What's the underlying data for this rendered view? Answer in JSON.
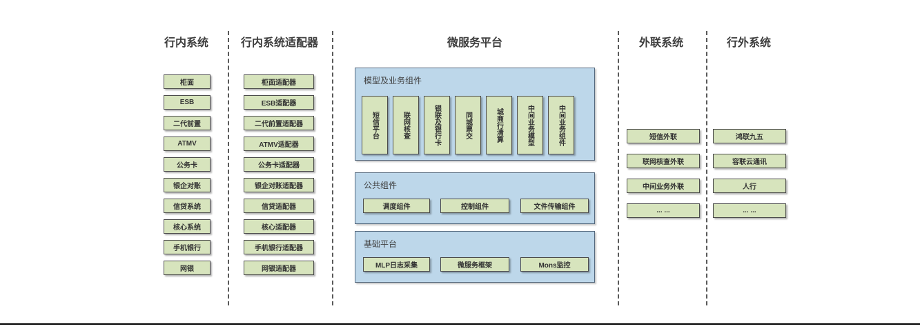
{
  "diagram": {
    "bottom_border_color": "#000000",
    "box_fill_color": "#d7e4bd",
    "panel_fill_color": "#bdd7ea",
    "border_color": "#4c4c4c"
  },
  "columns": {
    "internal": {
      "title": "行内系统",
      "items": [
        "柜面",
        "ESB",
        "二代前置",
        "ATMV",
        "公务卡",
        "银企对账",
        "信贷系统",
        "核心系统",
        "手机银行",
        "网银"
      ]
    },
    "adapters": {
      "title": "行内系统适配器",
      "items": [
        "柜面适配器",
        "ESB适配器",
        "二代前置适配器",
        "ATMV适配器",
        "公务卡适配器",
        "银企对账适配器",
        "信贷适配器",
        "核心适配器",
        "手机银行适配器",
        "网银适配器"
      ]
    },
    "platform": {
      "title": "微服务平台",
      "groups": {
        "model": {
          "title": "模型及业务组件",
          "items": [
            "短信平台",
            "联网核查",
            "银联及银行卡",
            "同城票交",
            "城商行清算",
            "中间业务模型",
            "中间业务组件"
          ]
        },
        "common": {
          "title": "公共组件",
          "items": [
            "调度组件",
            "控制组件",
            "文件传输组件"
          ]
        },
        "base": {
          "title": "基础平台",
          "items": [
            "MLP日志采集",
            "微服务框架",
            "Mons监控"
          ]
        }
      }
    },
    "external_link": {
      "title": "外联系统",
      "items": [
        "短信外联",
        "联网核查外联",
        "中间业务外联",
        "... ..."
      ]
    },
    "outside": {
      "title": "行外系统",
      "items": [
        "鸿联九五",
        "容联云通讯",
        "人行",
        "... ..."
      ]
    }
  }
}
